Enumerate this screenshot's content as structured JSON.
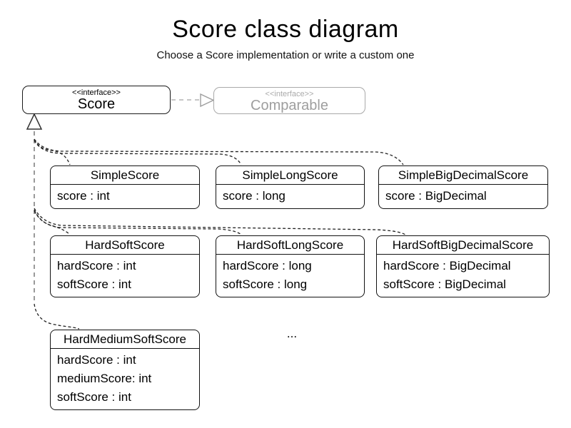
{
  "title": "Score class diagram",
  "subtitle": "Choose a Score implementation or write a custom one",
  "ellipsis": "...",
  "colors": {
    "box_border": "#121212",
    "muted_gray": "#9e9e9e",
    "edge_dark": "#222222",
    "edge_gray": "#787878",
    "background": "#ffffff"
  },
  "interfaces": {
    "score": {
      "stereotype": "<<interface>>",
      "name": "Score"
    },
    "comparable": {
      "stereotype": "<<interface>>",
      "name": "Comparable"
    }
  },
  "classes": [
    {
      "name": "SimpleScore",
      "attributes": [
        "score : int"
      ]
    },
    {
      "name": "SimpleLongScore",
      "attributes": [
        "score : long"
      ]
    },
    {
      "name": "SimpleBigDecimalScore",
      "attributes": [
        "score : BigDecimal"
      ]
    },
    {
      "name": "HardSoftScore",
      "attributes": [
        "hardScore : int",
        "softScore : int"
      ]
    },
    {
      "name": "HardSoftLongScore",
      "attributes": [
        "hardScore : long",
        "softScore : long"
      ]
    },
    {
      "name": "HardSoftBigDecimalScore",
      "attributes": [
        "hardScore : BigDecimal",
        "softScore : BigDecimal"
      ]
    },
    {
      "name": "HardMediumSoftScore",
      "attributes": [
        "hardScore : int",
        "mediumScore: int",
        "softScore : int"
      ]
    }
  ],
  "relations": {
    "score_implements_comparable": "realization",
    "classes_implement_score": "realization"
  }
}
